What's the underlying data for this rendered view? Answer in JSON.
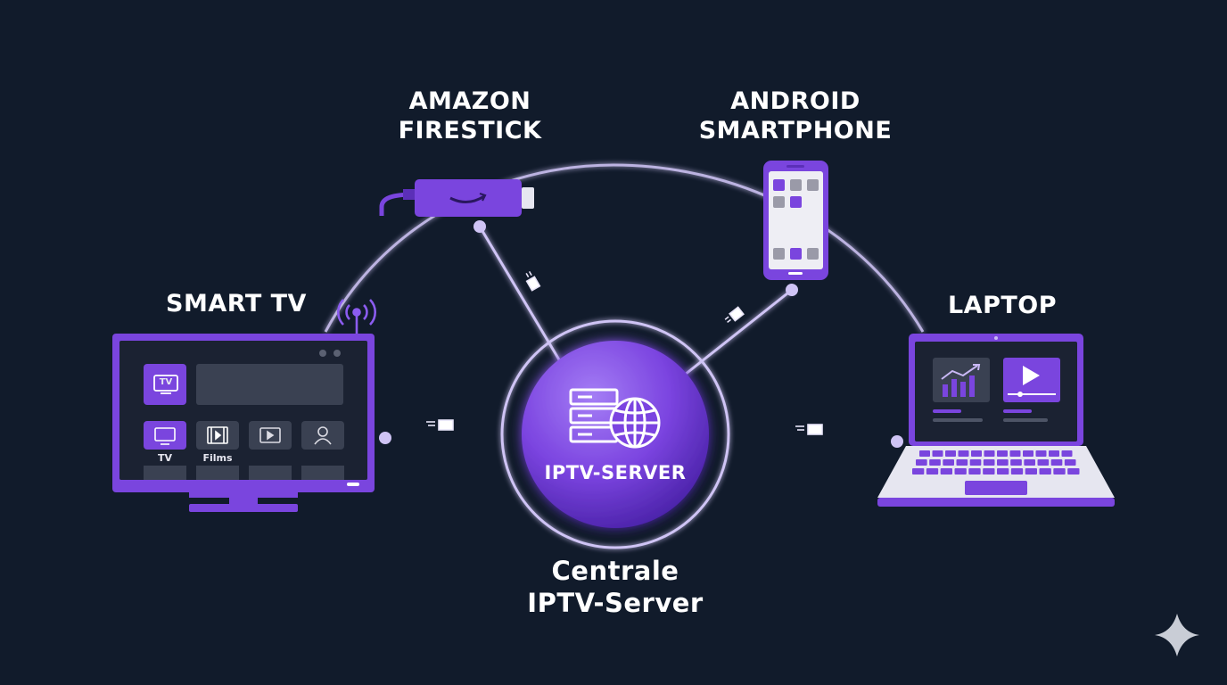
{
  "colors": {
    "background": "#111b2b",
    "accent": "#7a45de",
    "accent_light": "#b9a4f0",
    "line": "#cfc4f5"
  },
  "devices": {
    "smart_tv": {
      "label": "SMART TV",
      "tiles": [
        "TV",
        "Films"
      ],
      "screen_badge": "TV",
      "icons": [
        "tv-icon",
        "film-icon",
        "play-icon",
        "user-icon",
        "wifi-icon"
      ]
    },
    "firestick": {
      "label_line1": "AMAZON",
      "label_line2": "FIRESTICK",
      "icons": [
        "smile-logo-icon"
      ]
    },
    "smartphone": {
      "label_line1": "ANDROID",
      "label_line2": "SMARTPHONE"
    },
    "laptop": {
      "label": "LAPTOP",
      "icons": [
        "bar-chart-icon",
        "play-icon"
      ]
    }
  },
  "server": {
    "label": "IPTV-SERVER",
    "icons": [
      "server-rack-icon",
      "globe-icon"
    ]
  },
  "caption": {
    "line1": "Centrale",
    "line2": "IPTV-Server"
  },
  "decor_icons": [
    "data-packet-icon",
    "sparkle-icon"
  ]
}
